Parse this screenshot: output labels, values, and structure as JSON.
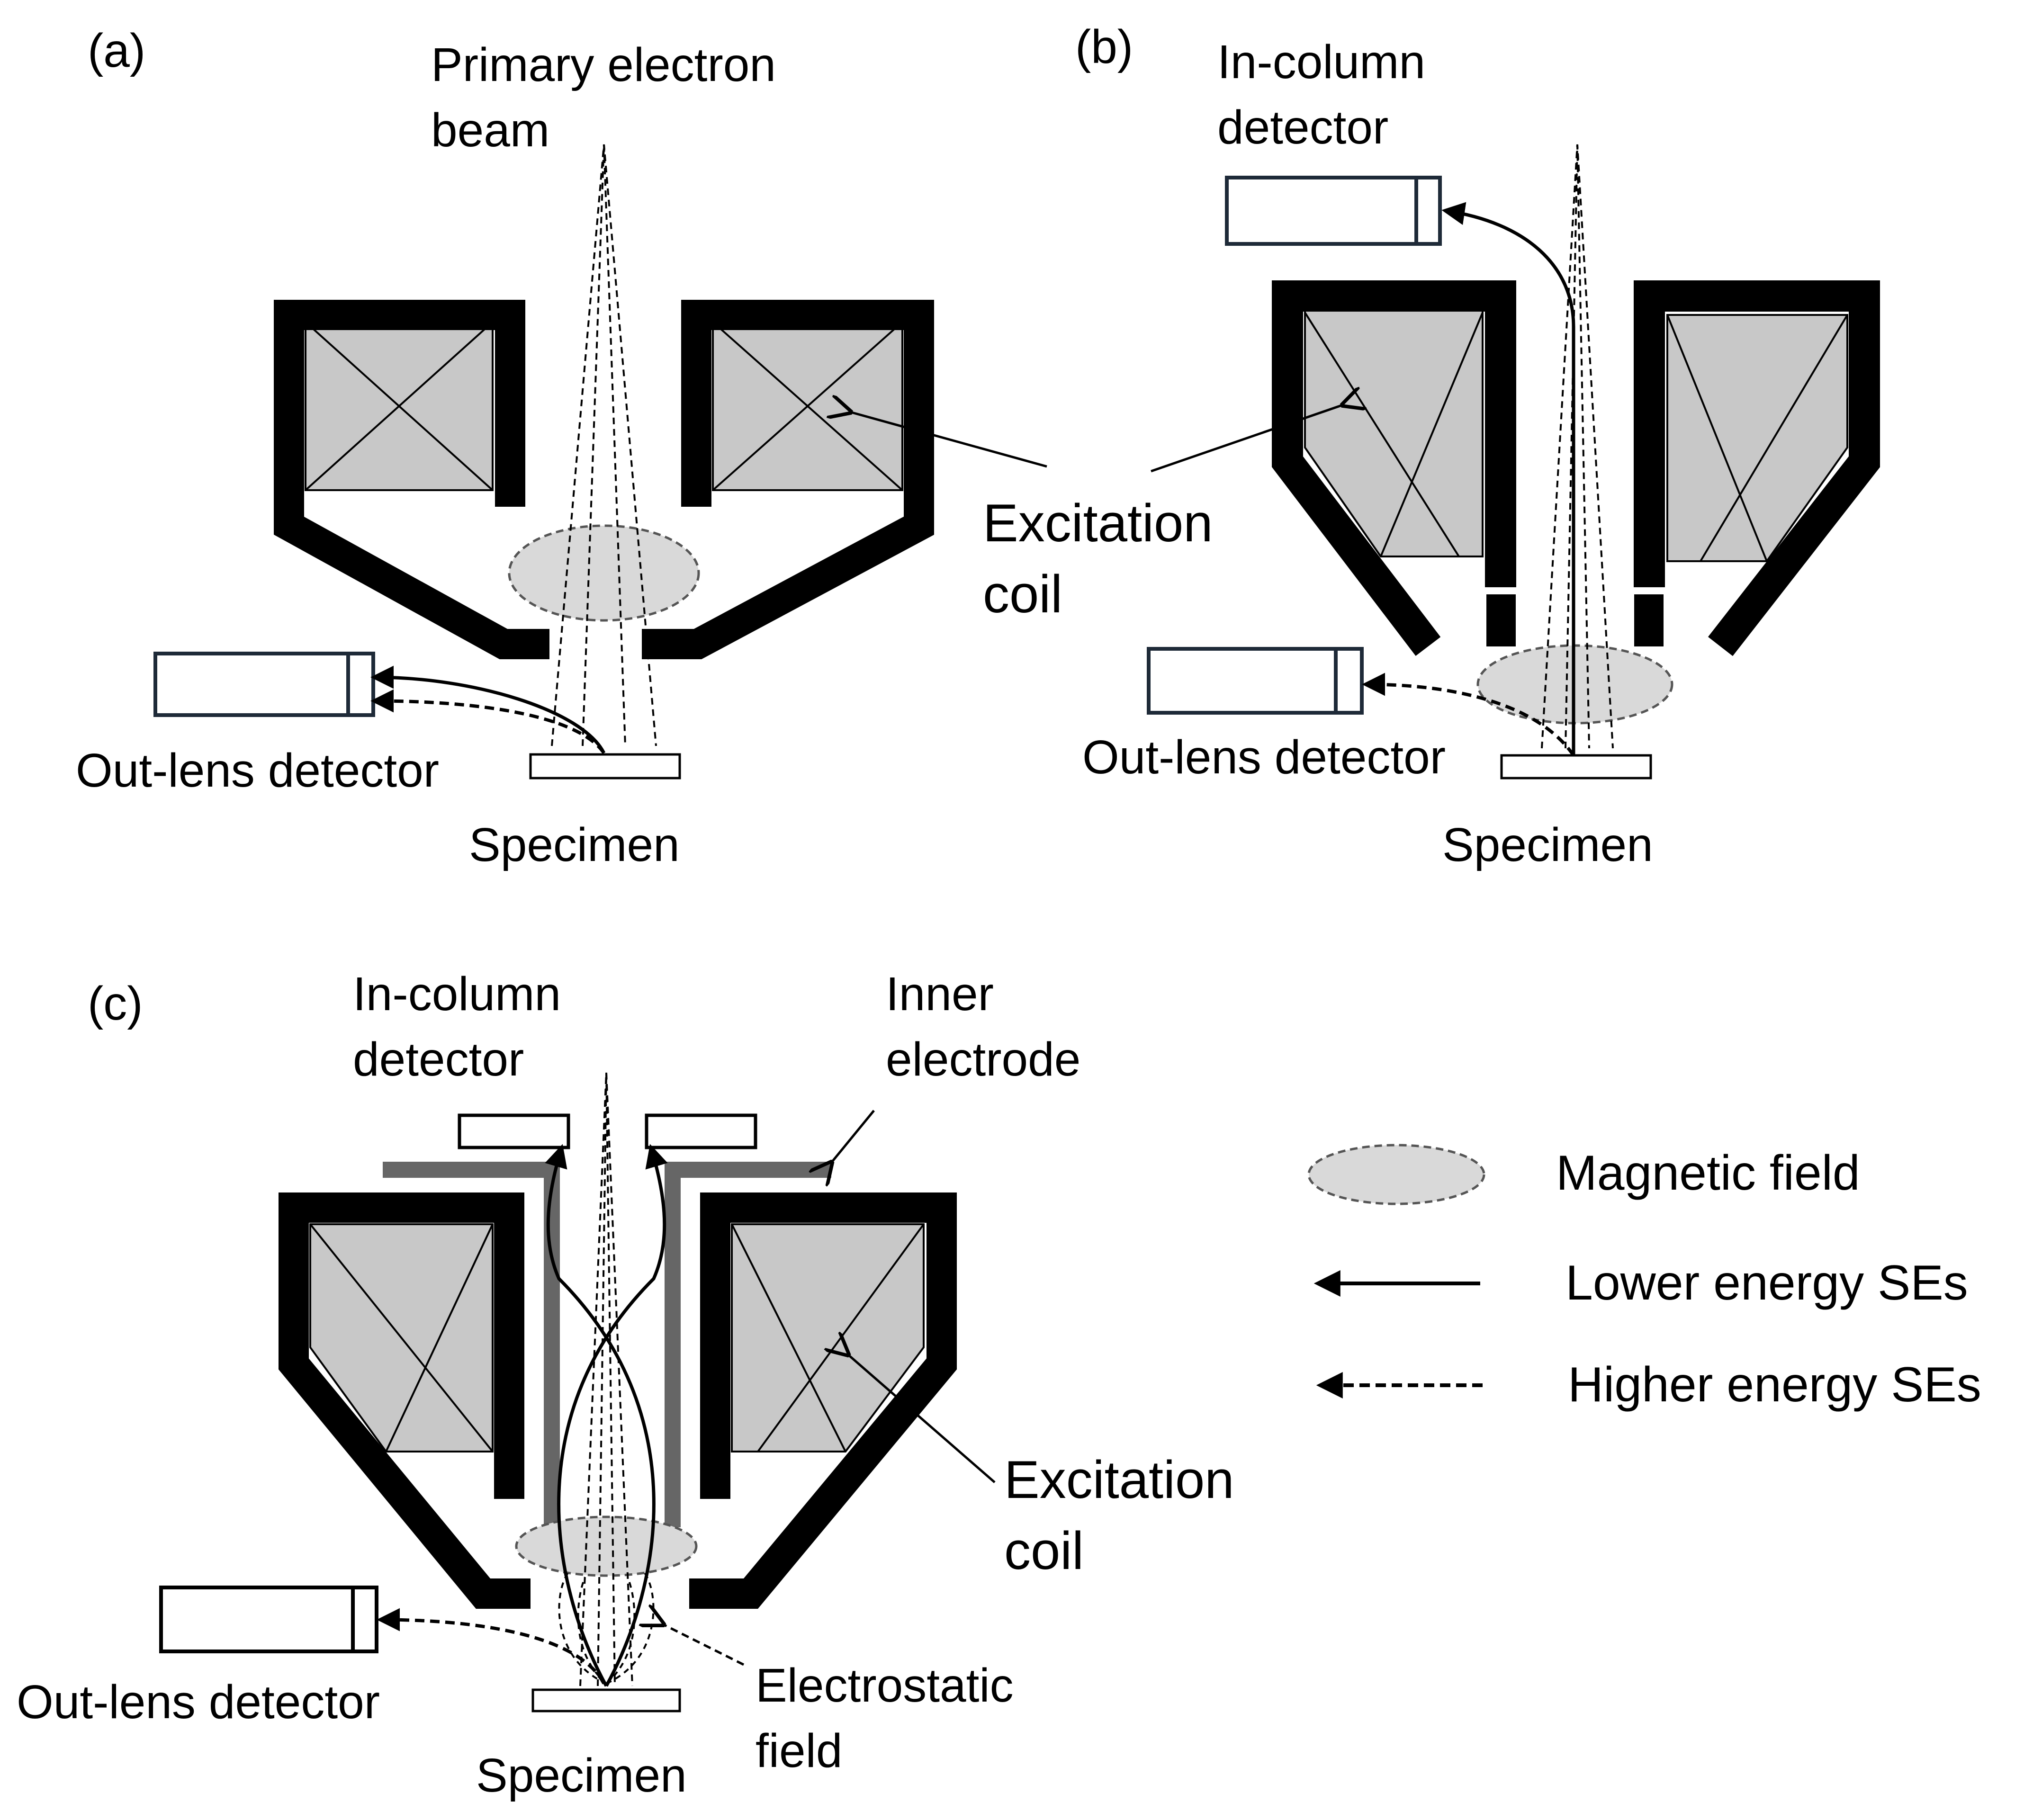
{
  "colors": {
    "stroke": "#000000",
    "coil_fill": "#c8c8c8",
    "magnetic_field_fill": "#d9d9d9",
    "inner_electrode": "#666666",
    "background": "#ffffff"
  },
  "panels": {
    "a": {
      "label": "(a)",
      "primary_beam_line1": "Primary electron",
      "primary_beam_line2": "beam",
      "excitation_coil_line1": "Excitation",
      "excitation_coil_line2": "coil",
      "out_lens_detector": "Out-lens detector",
      "specimen": "Specimen"
    },
    "b": {
      "label": "(b)",
      "in_column_line1": "In-column",
      "in_column_line2": "detector",
      "out_lens_detector": "Out-lens detector",
      "specimen": "Specimen"
    },
    "c": {
      "label": "(c)",
      "in_column_line1": "In-column",
      "in_column_line2": "detector",
      "inner_electrode_line1": "Inner",
      "inner_electrode_line2": "electrode",
      "excitation_coil_line1": "Excitation",
      "excitation_coil_line2": "coil",
      "electrostatic_line1": "Electrostatic",
      "electrostatic_line2": "field",
      "out_lens_detector": "Out-lens detector",
      "specimen": "Specimen"
    }
  },
  "legend": {
    "magnetic_field": "Magnetic field",
    "lower_energy": "Lower energy SEs",
    "higher_energy": "Higher energy SEs"
  }
}
